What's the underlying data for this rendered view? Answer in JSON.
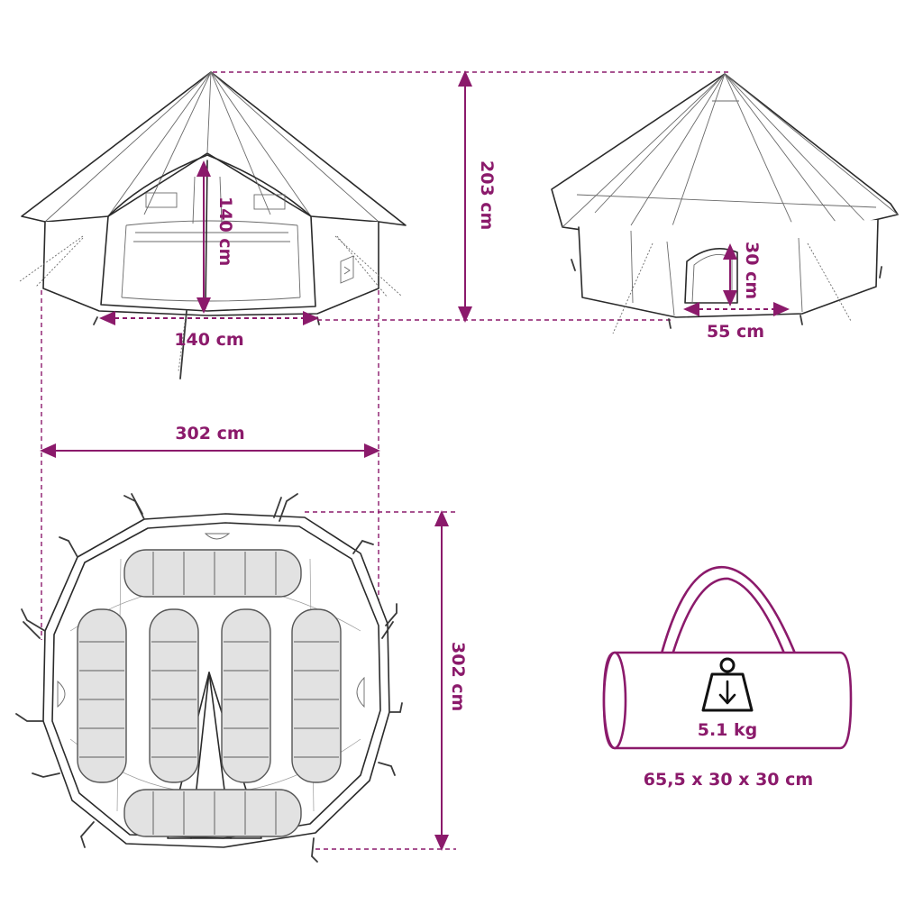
{
  "colors": {
    "accent": "#8b1a6b",
    "outline": "#2a2a2a",
    "bag": "#e2e2e2"
  },
  "front_view": {
    "door_height": "140 cm",
    "door_width": "140 cm",
    "total_height": "203 cm"
  },
  "rear_view": {
    "window_height": "30 cm",
    "window_width": "55 cm"
  },
  "floor_plan": {
    "width": "302 cm",
    "depth": "302 cm"
  },
  "carry_bag": {
    "weight": "5.1 kg",
    "dimensions": "65,5 x 30 x 30 cm",
    "icon": "weight-icon"
  }
}
